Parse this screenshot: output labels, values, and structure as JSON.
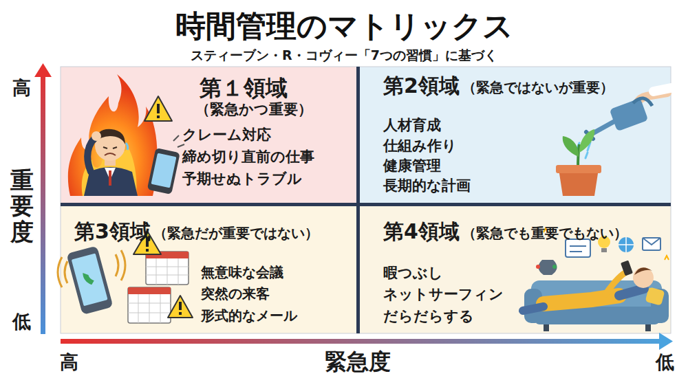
{
  "diagram": {
    "title": "時間管理のマトリックス",
    "nodes": [
      {
        "text": [
          "第１領域",
          "（緊急かつ重要）",
          "クレーム対応",
          "締め切り直前の仕事",
          "予期せぬトラブル"
        ]
      },
      {
        "text": [
          "第2領域",
          "（緊急ではないが重要）",
          "人材育成",
          "仕組み作り",
          "健康管理",
          "長期的な計画"
        ]
      },
      {
        "text": [
          "第3領域",
          "（緊急だが重要ではない）",
          "無意味な会議",
          "突然の来客",
          "形式的なメール"
        ]
      },
      {
        "text": [
          "第4領域",
          "（緊急でも重要でもない）",
          "暇つぶし",
          "ネットサーフィン",
          "だらだらする"
        ]
      }
    ],
    "labels": [
      "スティーブン・R・コヴィー「7つの習慣」に基づく",
      "高",
      "重要度",
      "低",
      "高",
      "緊急度",
      "低"
    ]
  }
}
